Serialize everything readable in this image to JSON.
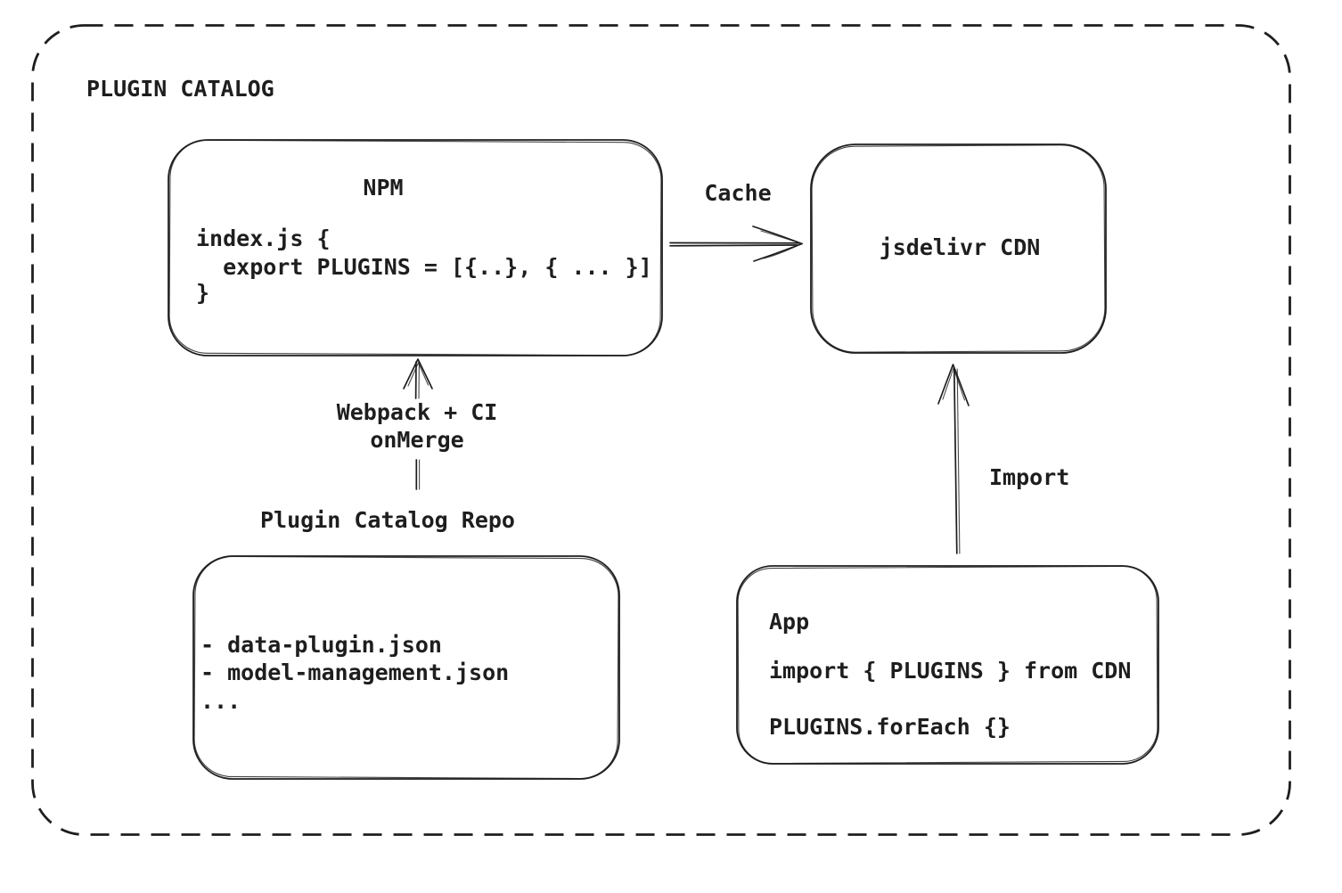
{
  "frame": {
    "title": "PLUGIN CATALOG"
  },
  "npm": {
    "title": "NPM",
    "code": [
      "index.js {",
      "  export PLUGINS = [{..}, { ... }]",
      "}"
    ]
  },
  "cdn": {
    "title": "jsdelivr CDN"
  },
  "repo": {
    "heading": "Plugin Catalog Repo",
    "files": [
      "- data-plugin.json",
      "- model-management.json",
      "..."
    ]
  },
  "app": {
    "title": "App",
    "code": [
      "import { PLUGINS } from CDN",
      "PLUGINS.forEach {}"
    ]
  },
  "edges": {
    "cache": "Cache",
    "build": "Webpack + CI\nonMerge",
    "import": "Import"
  },
  "colors": {
    "stroke": "#1e1e1e",
    "background": "#ffffff"
  }
}
